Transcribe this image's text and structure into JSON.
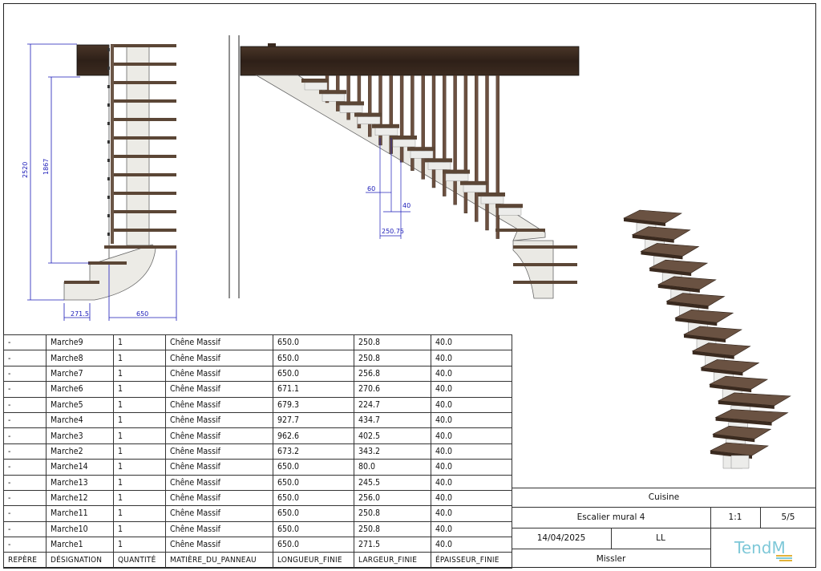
{
  "dimensions": {
    "side_total_height": "2520",
    "side_partial_height": "1867",
    "side_bottom_left": "271.5",
    "side_bottom_right": "650",
    "front_dim_60": "60",
    "front_dim_40": "40",
    "front_dim_250": "250.75"
  },
  "table": {
    "headers": [
      "REPÈRE",
      "DÉSIGNATION",
      "QUANTITÉ",
      "MATIÈRE_DU_PANNEAU",
      "LONGUEUR_FINIE",
      "LARGEUR_FINIE",
      "ÉPAISSEUR_FINIE"
    ],
    "rows": [
      [
        "-",
        "Marche9",
        "1",
        "Chêne Massif",
        "650.0",
        "250.8",
        "40.0"
      ],
      [
        "-",
        "Marche8",
        "1",
        "Chêne Massif",
        "650.0",
        "250.8",
        "40.0"
      ],
      [
        "-",
        "Marche7",
        "1",
        "Chêne Massif",
        "650.0",
        "256.8",
        "40.0"
      ],
      [
        "-",
        "Marche6",
        "1",
        "Chêne Massif",
        "671.1",
        "270.6",
        "40.0"
      ],
      [
        "-",
        "Marche5",
        "1",
        "Chêne Massif",
        "679.3",
        "224.7",
        "40.0"
      ],
      [
        "-",
        "Marche4",
        "1",
        "Chêne Massif",
        "927.7",
        "434.7",
        "40.0"
      ],
      [
        "-",
        "Marche3",
        "1",
        "Chêne Massif",
        "962.6",
        "402.5",
        "40.0"
      ],
      [
        "-",
        "Marche2",
        "1",
        "Chêne Massif",
        "673.2",
        "343.2",
        "40.0"
      ],
      [
        "-",
        "Marche14",
        "1",
        "Chêne Massif",
        "650.0",
        "80.0",
        "40.0"
      ],
      [
        "-",
        "Marche13",
        "1",
        "Chêne Massif",
        "650.0",
        "245.5",
        "40.0"
      ],
      [
        "-",
        "Marche12",
        "1",
        "Chêne Massif",
        "650.0",
        "256.0",
        "40.0"
      ],
      [
        "-",
        "Marche11",
        "1",
        "Chêne Massif",
        "650.0",
        "250.8",
        "40.0"
      ],
      [
        "-",
        "Marche10",
        "1",
        "Chêne Massif",
        "650.0",
        "250.8",
        "40.0"
      ],
      [
        "-",
        "Marche1",
        "1",
        "Chêne Massif",
        "650.0",
        "271.5",
        "40.0"
      ]
    ]
  },
  "title_block": {
    "room": "Cuisine",
    "drawing_name": "Escalier mural 4",
    "scale": "1:1",
    "sheet": "5/5",
    "date": "14/04/2025",
    "initials": "LL",
    "client": "Missler",
    "logo_text": "TendM"
  },
  "colors": {
    "wood": "#3a2a1f",
    "tread": "#5b4636",
    "stringer": "#ececea",
    "dimension": "#1a1ab8"
  }
}
